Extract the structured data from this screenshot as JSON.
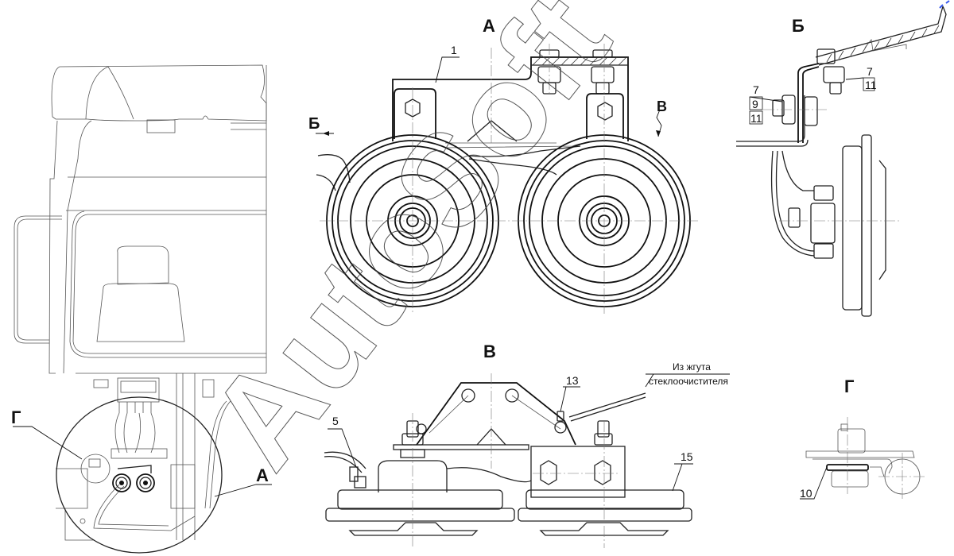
{
  "drawing": {
    "views": {
      "A": "А",
      "B": "Б",
      "V": "В",
      "G": "Г"
    },
    "section_marks": {
      "B_arrow": "Б",
      "V_arrow": "В"
    },
    "overview_callouts": {
      "G": "Г",
      "A": "А"
    },
    "positions": {
      "p1": "1",
      "p5": "5",
      "p7_top": "7",
      "p11_top": "11",
      "p7": "7",
      "p9": "9",
      "p11": "11",
      "p10": "10",
      "p13": "13",
      "p15": "15"
    },
    "note": {
      "line1": "Из жгута",
      "line2": "стеклоочистителя"
    },
    "watermark": "AutoSoft"
  }
}
